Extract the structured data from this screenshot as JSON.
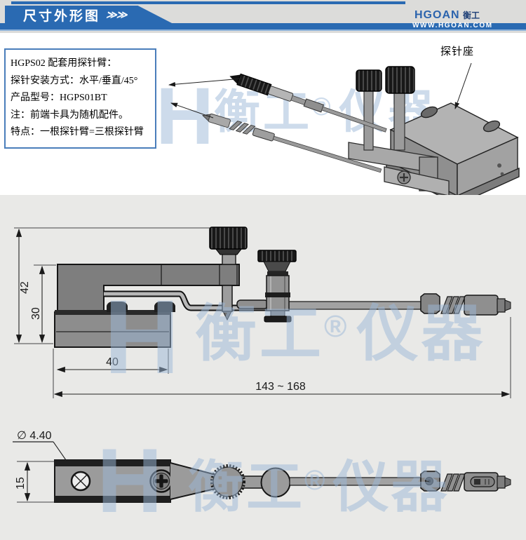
{
  "header": {
    "tab_title": "尺寸外形图",
    "chevrons": "≫≫",
    "logo_text": "HGOAN",
    "logo_cn": "衡工",
    "website": "WWW.HGOAN.COM",
    "accent_color": "#2a6ab2"
  },
  "info_box": {
    "lines": [
      "HGPS02 配套用探针臂：",
      "探针安装方式：水平/垂直/45°",
      "产品型号：HGPS01BT",
      "注：前端卡具为随机配件。",
      "特点：一根探针臂=三根探针臂"
    ]
  },
  "callouts": {
    "probe_holder": "探针座"
  },
  "watermark": {
    "h": "H",
    "brand": "衡工",
    "reg": "®",
    "suffix": "仪器",
    "color": "#9cb8d8"
  },
  "dimensions": {
    "side_view": {
      "total_height": "42",
      "inner_height": "30",
      "base_width": "40",
      "length_range": "143 ~ 168"
    },
    "top_view": {
      "hole_diameter": "∅ 4.40",
      "bar_width": "15"
    }
  }
}
